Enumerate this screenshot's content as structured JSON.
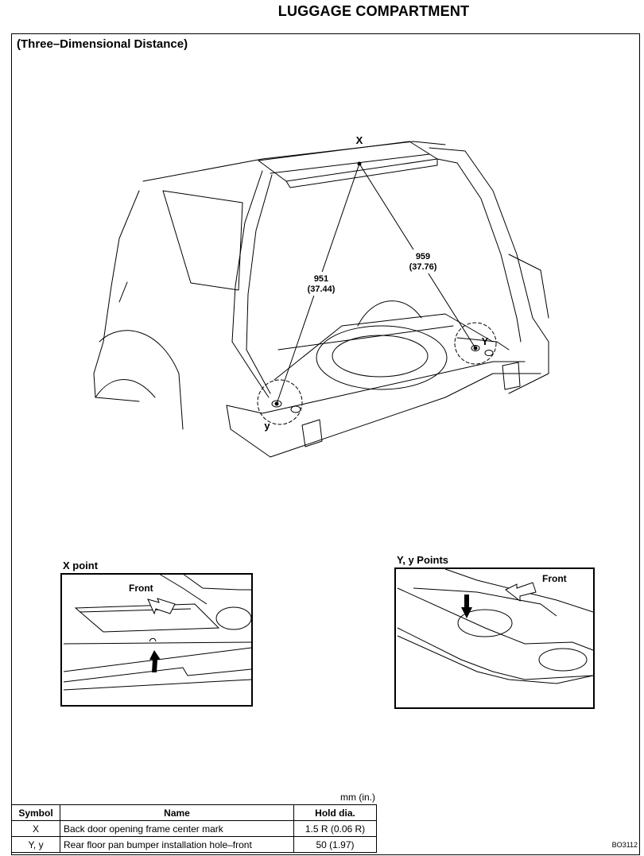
{
  "title": "LUGGAGE COMPARTMENT",
  "subtitle": "(Three–Dimensional Distance)",
  "main_diagram": {
    "point_x": "X",
    "point_Y": "Y",
    "point_y": "y",
    "dim1_mm": "951",
    "dim1_in": "(37.44)",
    "dim2_mm": "959",
    "dim2_in": "(37.76)"
  },
  "inset_x": {
    "label": "X point",
    "front": "Front"
  },
  "inset_y": {
    "label": "Y, y Points",
    "front": "Front"
  },
  "units": "mm (in.)",
  "legend": {
    "headers": [
      "Symbol",
      "Name",
      "Hold dia."
    ],
    "rows": [
      [
        "X",
        "Back door opening frame center mark",
        "1.5 R (0.06 R)"
      ],
      [
        "Y, y",
        "Rear floor pan bumper installation hole–front",
        "50 (1.97)"
      ]
    ]
  },
  "figure_code": "BO3112"
}
